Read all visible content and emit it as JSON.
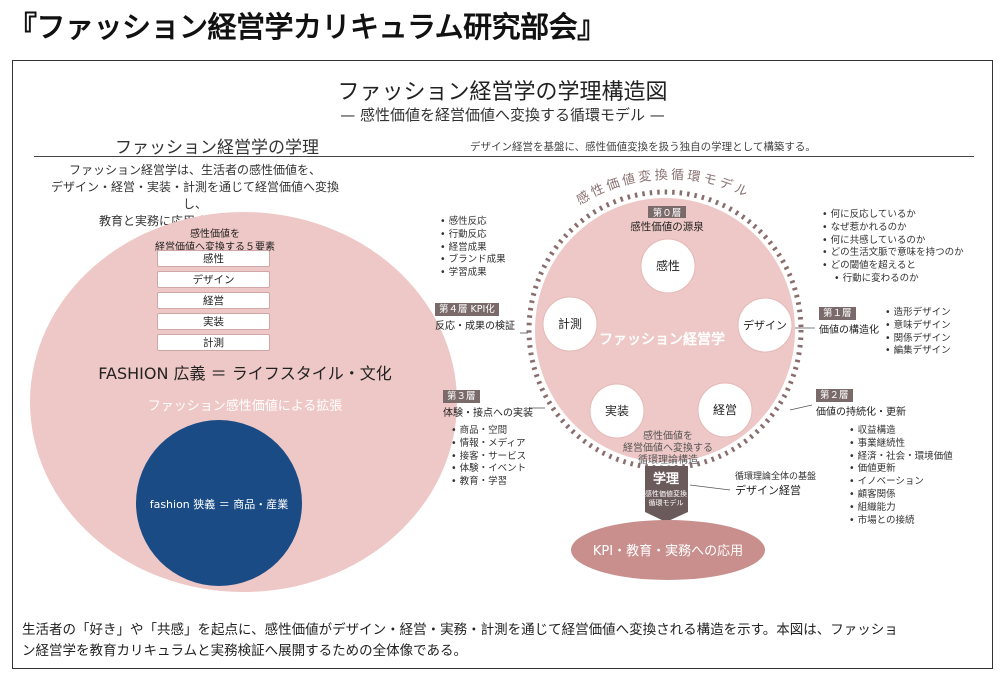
{
  "page_title": "『ファッション経営学カリキュラム研究部会』",
  "diagram": {
    "title": "ファッション経営学の学理構造図",
    "subtitle": "— 感性価値を経営価値へ変換する循環モデル —",
    "section_heading": "ファッション経営学の学理",
    "right_note": "デザイン経営を基盤に、感性価値変換を扱う独自の学理として構築する。",
    "intro_lines": [
      "ファッション経営学は、生活者の感性価値を、",
      "デザイン・経営・実装・計測を通じて経営価値へ変換し、",
      "教育と実務に応用する学問である。"
    ],
    "elements_heading_lines": [
      "感性価値を",
      "経営価値へ変換する５要素"
    ],
    "elements": [
      "感性",
      "デザイン",
      "経営",
      "実装",
      "計測"
    ],
    "fashion_wide": "FASHION 広義 ＝ ライフスタイル・文化",
    "fashion_wide_sub": "ファッション感性価値による拡張",
    "fashion_narrow": "fashion 狭義 ＝ 商品・産業",
    "arc_text": "感性価値変換循環モデル",
    "center_label": "ファッション経営学",
    "nodes": {
      "sensibility": "感性",
      "design": "デザイン",
      "management": "経営",
      "implementation": "実装",
      "measurement": "計測"
    },
    "layers": {
      "l0": {
        "tag": "第０層",
        "name": "感性価値の源泉"
      },
      "l1": {
        "tag": "第１層",
        "name": "価値の構造化"
      },
      "l2": {
        "tag": "第２層",
        "name": "価値の持続化・更新"
      },
      "l3": {
        "tag": "第３層",
        "name": "体験・接点への実装"
      },
      "l4": {
        "tag": "第４層 KPI化",
        "name": "反応・成果の検証"
      }
    },
    "lists": {
      "kpi": [
        "感性反応",
        "行動反応",
        "経営成果",
        "ブランド成果",
        "学習成果"
      ],
      "source": [
        "何に反応しているか",
        "なぜ惹かれるのか",
        "何に共感しているのか",
        "どの生活文脈で意味を持つのか",
        "どの閾値を超えると",
        "行動に変わるのか"
      ],
      "design": [
        "造形デザイン",
        "意味デザイン",
        "関係デザイン",
        "編集デザイン"
      ],
      "implement": [
        "商品・空間",
        "情報・メディア",
        "接客・サービス",
        "体験・イベント",
        "教育・学習"
      ],
      "sustain": [
        "収益構造",
        "事業継続性",
        "経済・社会・環境価値",
        "価値更新",
        "イノベーション",
        "顧客関係",
        "組織能力",
        "市場との接続"
      ]
    },
    "inner_note_lines": [
      "感性価値を",
      "経営価値へ変換する",
      "循環理論構造"
    ],
    "theory_box": {
      "title": "学理",
      "lines": [
        "感性価値変換",
        "循環モデル"
      ]
    },
    "base_note": {
      "small": "循環理論全体の基盤",
      "big": "デザイン経営"
    },
    "application": "KPI・教育・実務への応用",
    "colors": {
      "pink": "#eec8c6",
      "navy": "#1a4b85",
      "dark_box": "#6b5a5a",
      "ellipse": "#c88f8d"
    }
  },
  "bottom_text_lines": [
    "生活者の「好き」や「共感」を起点に、感性価値がデザイン・経営・実務・計測を通じて経営価値へ変換される構造を示す。本図は、ファッショ",
    "ン経営学を教育カリキュラムと実務検証へ展開するための全体像である。"
  ]
}
